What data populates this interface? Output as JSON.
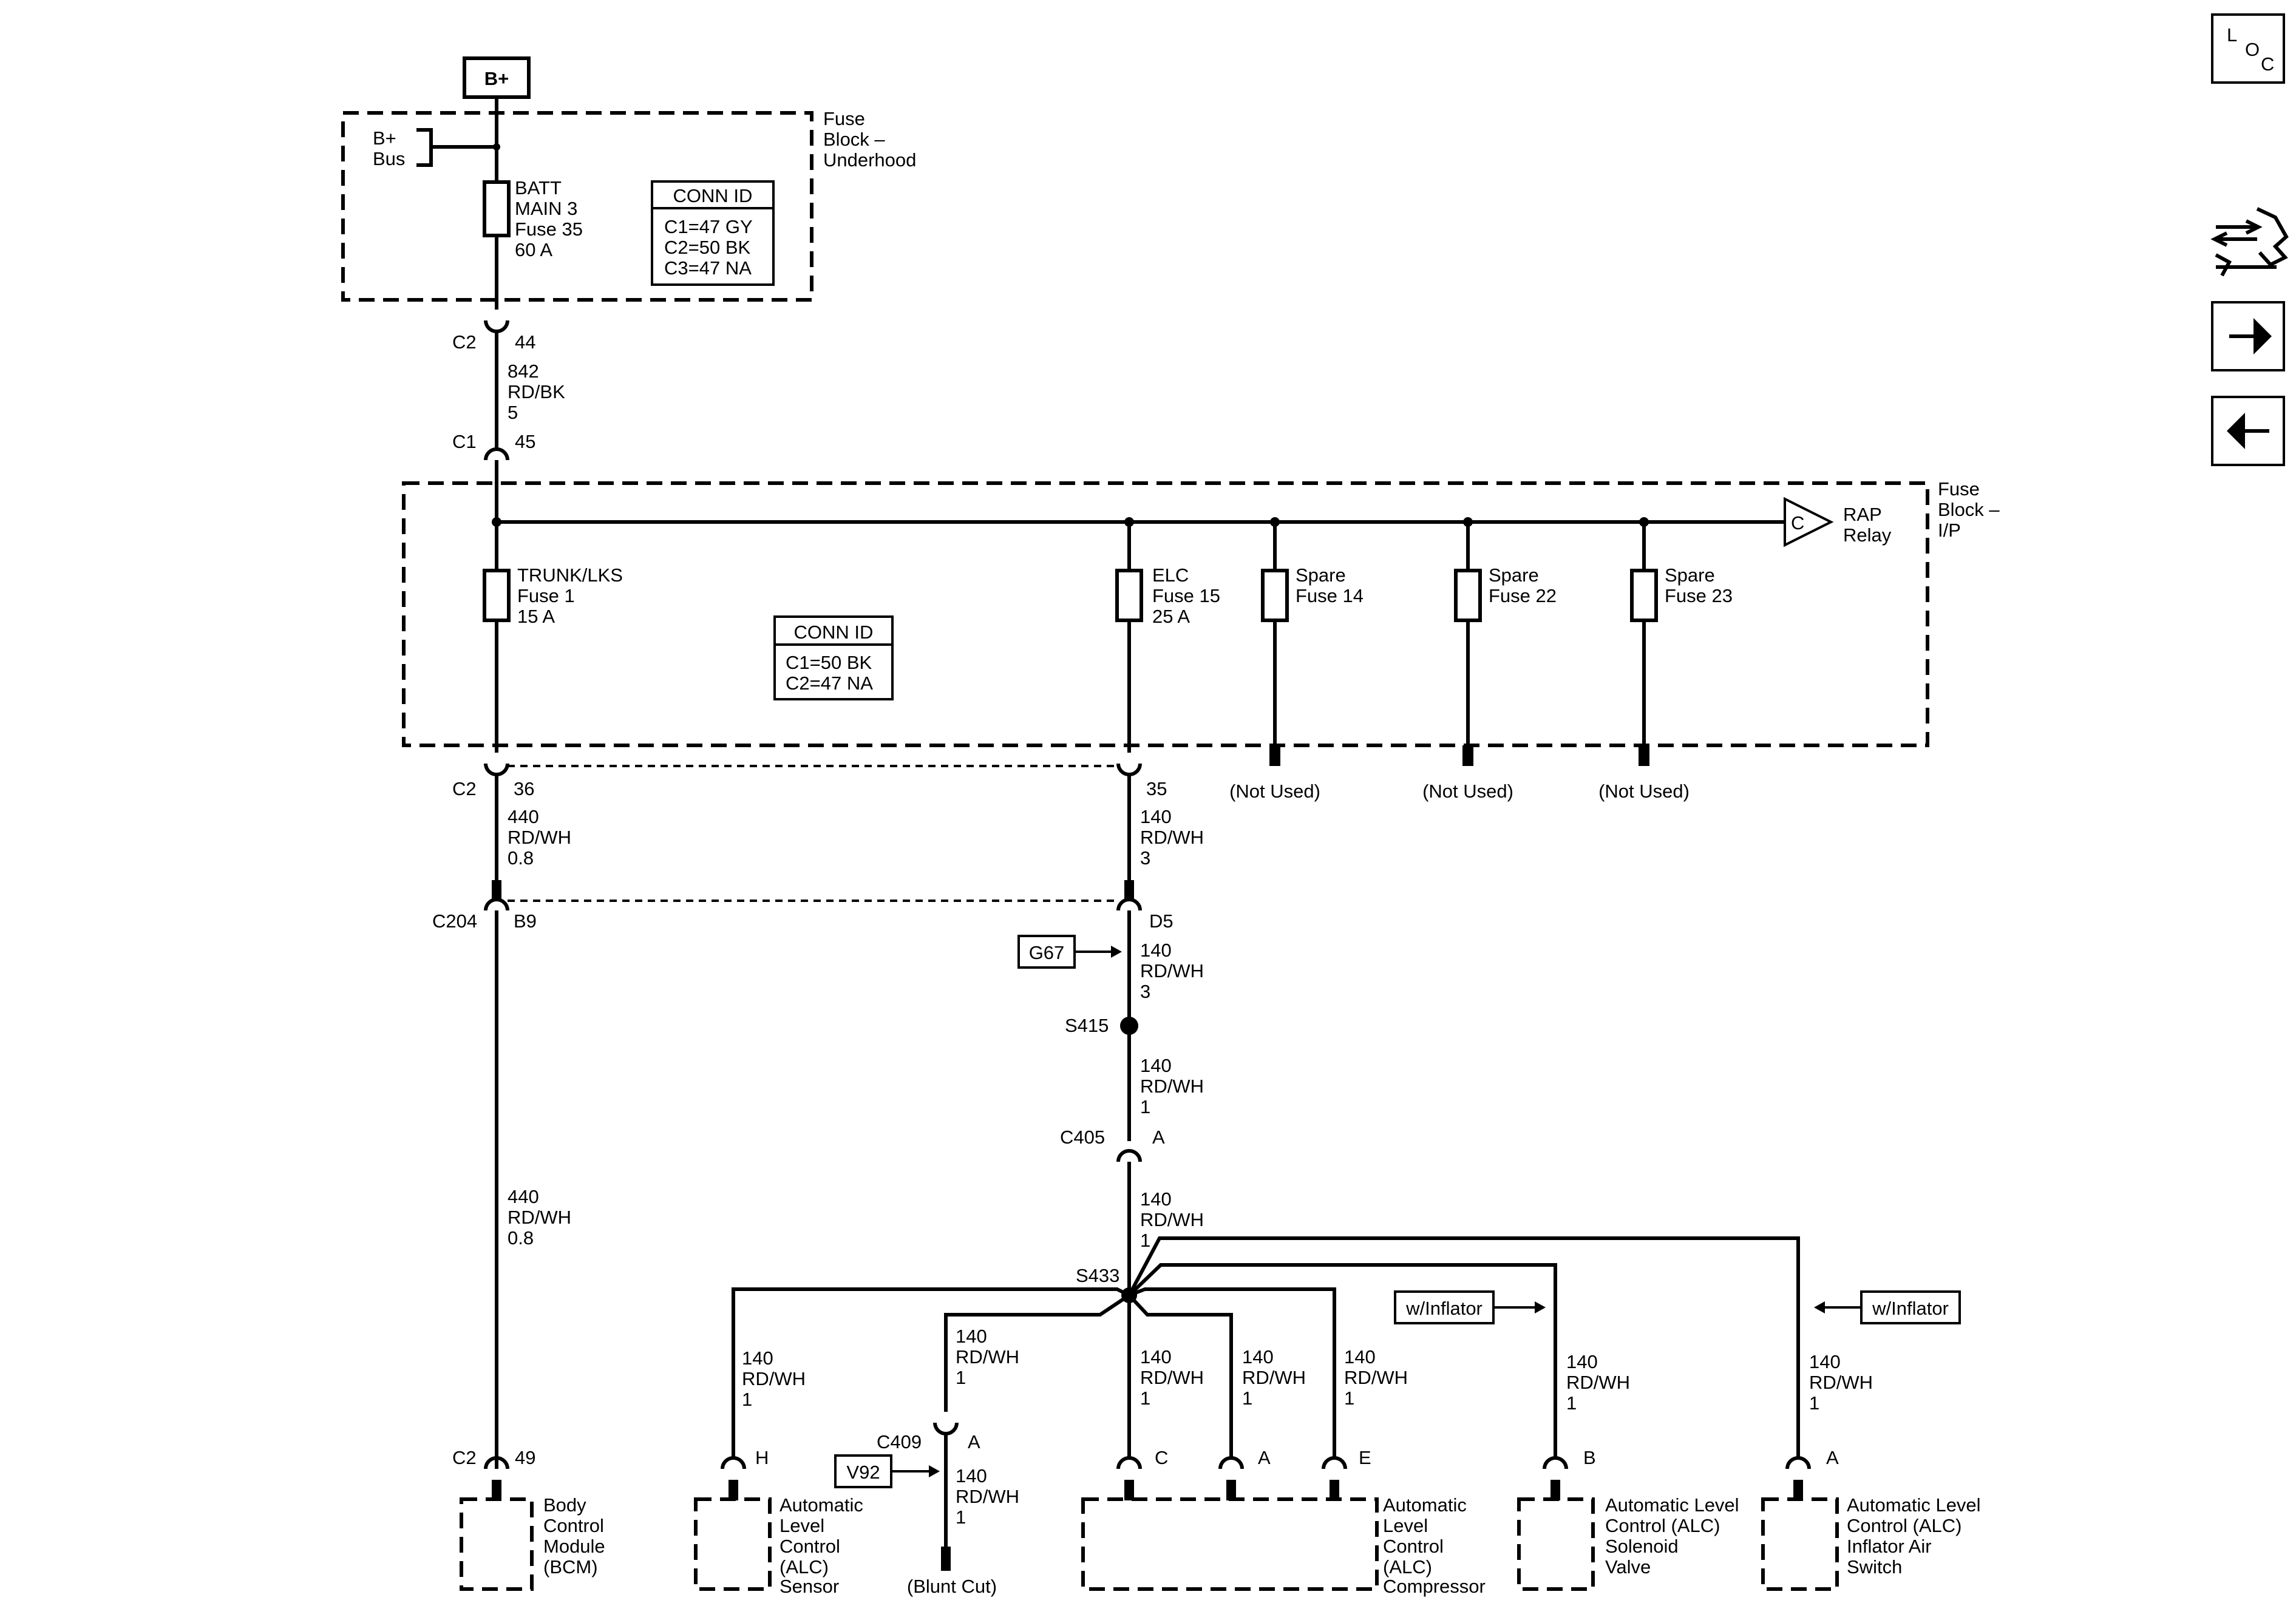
{
  "sources": {
    "bplus": "B+",
    "bplus_bus_1": "B+",
    "bplus_bus_2": "Bus"
  },
  "fuse_block_underhood": {
    "label_1": "Fuse",
    "label_2": "Block –",
    "label_3": "Underhood",
    "batt_fuse": [
      "BATT",
      "MAIN 3",
      "Fuse 35",
      "60 A"
    ],
    "conn_id": {
      "title": "CONN ID",
      "lines": [
        "C1=47 GY",
        "C2=50 BK",
        "C3=47 NA"
      ]
    }
  },
  "top_conn": {
    "c2": "C2",
    "c2_pin": "44",
    "c1": "C1",
    "c1_pin": "45"
  },
  "wire_842": [
    "842",
    "RD/BK",
    "5"
  ],
  "fuse_block_ip": {
    "label_1": "Fuse",
    "label_2": "Block –",
    "label_3": "I/P",
    "relay_letter": "C",
    "relay_1": "RAP",
    "relay_2": "Relay",
    "trunk_fuse": [
      "TRUNK/LKS",
      "Fuse 1",
      "15 A"
    ],
    "elc_fuse": [
      "ELC",
      "Fuse 15",
      "25 A"
    ],
    "spare14": [
      "Spare",
      "Fuse 14"
    ],
    "spare22": [
      "Spare",
      "Fuse 22"
    ],
    "spare23": [
      "Spare",
      "Fuse 23"
    ],
    "conn_id": {
      "title": "CONN ID",
      "lines": [
        "C1=50 BK",
        "C2=47 NA"
      ]
    },
    "not_used": "(Not Used)"
  },
  "left_branch": {
    "c2": "C2",
    "c2_pin": "36",
    "wire_a": [
      "440",
      "RD/WH",
      "0.8"
    ],
    "c204": "C204",
    "c204_pin": "B9",
    "wire_b": [
      "440",
      "RD/WH",
      "0.8"
    ],
    "bcm_conn": "C2",
    "bcm_pin": "49",
    "bcm": [
      "Body",
      "Control",
      "Module",
      "(BCM)"
    ]
  },
  "right_branch": {
    "c2_pin": "35",
    "wire_a": [
      "140",
      "RD/WH",
      "3"
    ],
    "c204_pin": "D5",
    "g67": "G67",
    "wire_b": [
      "140",
      "RD/WH",
      "3"
    ],
    "s415": "S415",
    "wire_c": [
      "140",
      "RD/WH",
      "1"
    ],
    "c405": "C405",
    "c405_pin": "A",
    "wire_d": [
      "140",
      "RD/WH",
      "1"
    ],
    "s433": "S433"
  },
  "branches": {
    "sensor_wire": [
      "140",
      "RD/WH",
      "1"
    ],
    "sensor_pin": "H",
    "sensor": [
      "Automatic",
      "Level",
      "Control",
      "(ALC)",
      "Sensor"
    ],
    "c409_wire": [
      "140",
      "RD/WH",
      "1"
    ],
    "c409": "C409",
    "c409_pin": "A",
    "v92": "V92",
    "blunt_wire": [
      "140",
      "RD/WH",
      "1"
    ],
    "blunt": "(Blunt Cut)",
    "comp_wire_c": [
      "140",
      "RD/WH",
      "1"
    ],
    "comp_pin_c": "C",
    "comp_wire_a": [
      "140",
      "RD/WH",
      "1"
    ],
    "comp_pin_a": "A",
    "comp_wire_e": [
      "140",
      "RD/WH",
      "1"
    ],
    "comp_pin_e": "E",
    "compressor": [
      "Automatic",
      "Level",
      "Control",
      "(ALC)",
      "Compressor"
    ],
    "inflator_a": "w/Inflator",
    "inflator_b": "w/Inflator",
    "sol_wire": [
      "140",
      "RD/WH",
      "1"
    ],
    "sol_pin": "B",
    "solenoid": [
      "Automatic Level",
      "Control (ALC)",
      "Solenoid",
      "Valve"
    ],
    "sw_wire": [
      "140",
      "RD/WH",
      "1"
    ],
    "sw_pin": "A",
    "switch": [
      "Automatic Level",
      "Control (ALC)",
      "Inflator Air",
      "Switch"
    ]
  },
  "nav": {
    "loc_l": "L",
    "loc_o": "O",
    "loc_c": "C"
  }
}
